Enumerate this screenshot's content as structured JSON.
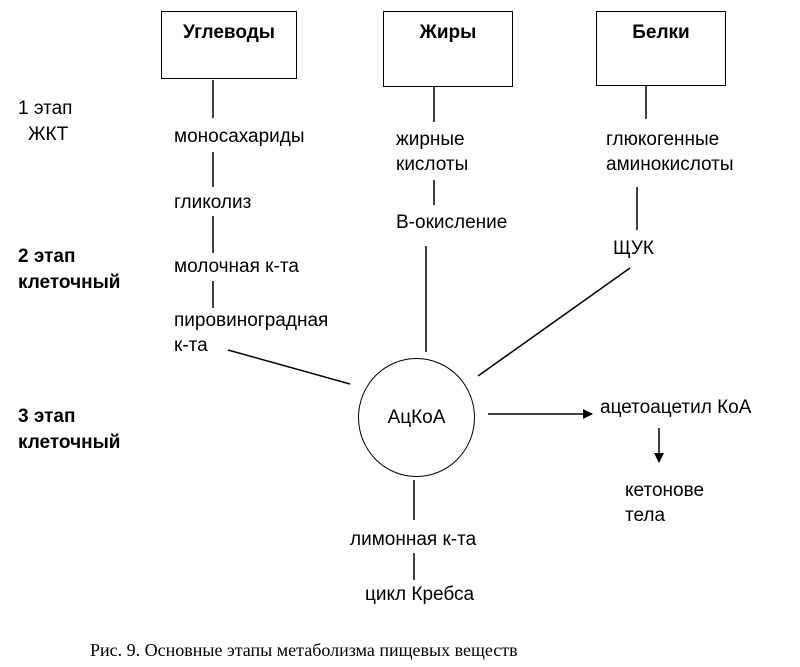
{
  "boxes": {
    "carbs": "Углеводы",
    "fats": "Жиры",
    "proteins": "Белки"
  },
  "stages": {
    "stage1_line1": "1 этап",
    "stage1_line2": "ЖКТ",
    "stage2_line1": "2 этап",
    "stage2_line2": "клеточный",
    "stage3_line1": "3 этап",
    "stage3_line2": "клеточный"
  },
  "carbs_path": {
    "monosaccharides": "моносахариды",
    "glycolysis": "гликолиз",
    "lactic_acid": "молочная к-та",
    "pyruvic_line1": "пировиноградная",
    "pyruvic_line2": "к-та"
  },
  "fats_path": {
    "fatty_line1": "жирные",
    "fatty_line2": "кислоты",
    "beta_oxidation": "В-окисление"
  },
  "proteins_path": {
    "amino_line1": "глюкогенные",
    "amino_line2": "аминокислоты",
    "oaa": "ЩУК"
  },
  "center": {
    "acetyl_coa": "АцКоА",
    "citric_acid": "лимонная к-та",
    "krebs_cycle": "цикл Кребса"
  },
  "ketone_path": {
    "acetoacetyl_coa": "ацетоацетил КоА",
    "ketone_line1": "кетонове",
    "ketone_line2": "тела"
  },
  "caption": "Рис. 9. Основные этапы метаболизма пищевых веществ"
}
